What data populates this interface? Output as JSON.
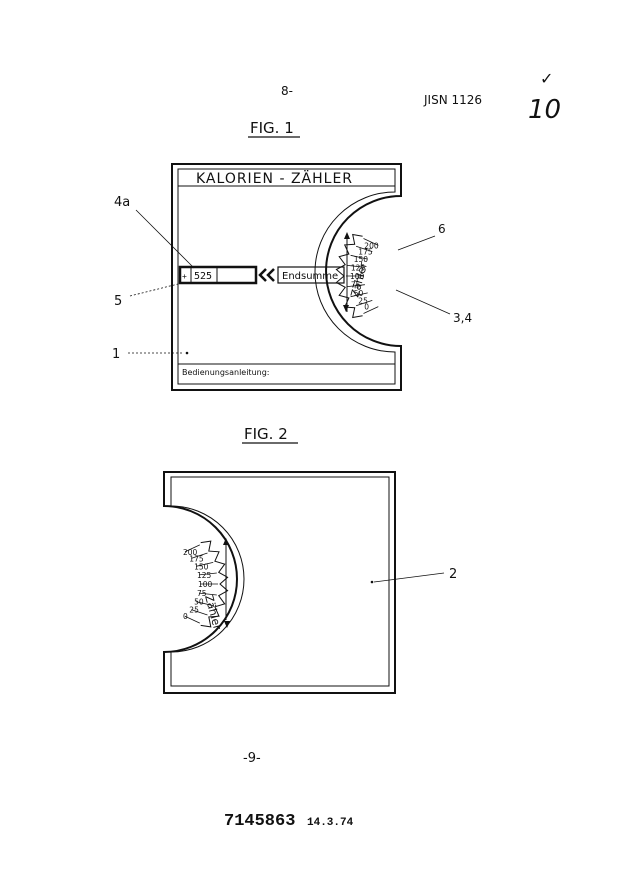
{
  "header": {
    "page_number_top": "8-",
    "docket": "JISN 1126",
    "check_mark": "✓",
    "marginal_number": "10"
  },
  "fig1": {
    "title": "FIG. 1",
    "card_title": "KALORIEN - ZÄHLER",
    "display_value": "525",
    "display_sign": "+",
    "total_label": "Endsumme",
    "footer": "Bedienungsanleitung:",
    "scale_label": "Zähler",
    "scale_values": [
      "200",
      "175",
      "150",
      "125",
      "100",
      "75",
      "50",
      "25",
      "0"
    ],
    "refs": {
      "r4a": "4a",
      "r5": "5",
      "r1": "1",
      "r6": "6",
      "r34": "3,4"
    }
  },
  "fig2": {
    "title": "FIG. 2",
    "scale_label": "Zähler",
    "scale_values": [
      "200",
      "175",
      "150",
      "125",
      "100",
      "75",
      "50",
      "25",
      "0"
    ],
    "refs": {
      "r2": "2"
    }
  },
  "footer": {
    "page_number_bottom": "-9-",
    "serial": "7145863",
    "date": "14.3.74"
  }
}
